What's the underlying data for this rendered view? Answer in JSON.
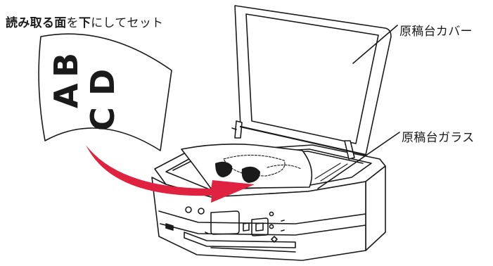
{
  "instruction": {
    "bold_part1": "読み取る面",
    "normal_part1": "を",
    "bold_part2": "下",
    "normal_part2": "にしてセット"
  },
  "labels": {
    "cover": "原稿台カバー",
    "glass": "原稿台ガラス"
  },
  "document_letters": {
    "a": "A",
    "b": "B",
    "c": "C",
    "d": "D"
  },
  "colors": {
    "arrow": "#e0213f",
    "line": "#1a1a1a"
  }
}
